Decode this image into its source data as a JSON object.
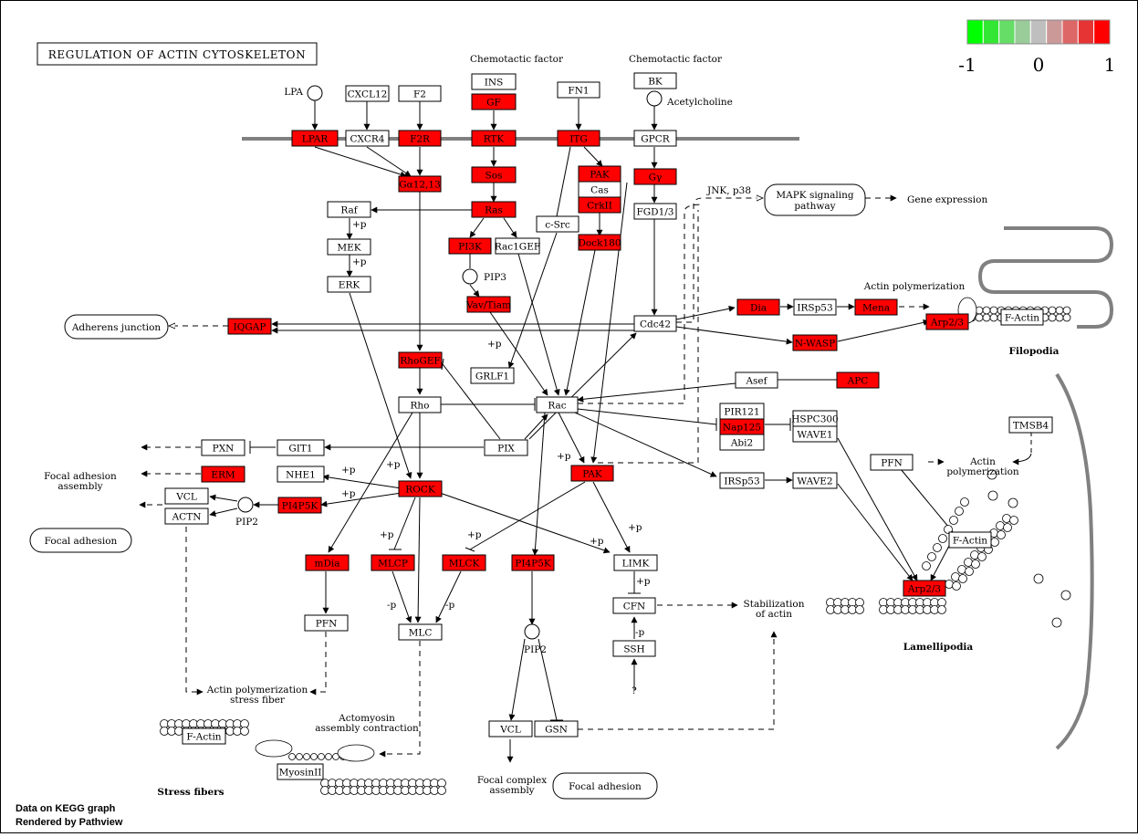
{
  "title": "REGULATION OF ACTIN CYTOSKELETON",
  "legend": {
    "min": "-1",
    "mid": "0",
    "max": "1",
    "colors": [
      "#00ff00",
      "#33e633",
      "#66dd66",
      "#99cc99",
      "#bfbfbf",
      "#cc9999",
      "#dd6666",
      "#e63333",
      "#ff0000"
    ]
  },
  "colors": {
    "up": "#ff0000",
    "none": "#ffffff",
    "stroke": "#000000",
    "membrane": "#808080"
  },
  "footer": {
    "line1": "Data on KEGG graph",
    "line2": "Rendered by Pathview"
  },
  "nodes": {
    "cxcl12": "CXCL12",
    "f2": "F2",
    "ins": "INS",
    "gf": "GF",
    "fn1": "FN1",
    "bk": "BK",
    "lpar": "LPAR",
    "cxcr4": "CXCR4",
    "f2r": "F2R",
    "rtk": "RTK",
    "itg": "ITG",
    "gpcr": "GPCR",
    "sos": "Sos",
    "pak_top": "PAK",
    "cas": "Cas",
    "crkii": "CrkII",
    "ggy": "Gγ",
    "ga1213": "Gα12,13",
    "raf": "Raf",
    "ras": "Ras",
    "csrc": "c-Src",
    "fgd13": "FGD1/3",
    "mek": "MEK",
    "pi3k": "PI3K",
    "rac1gef": "Rac1GEF",
    "dock180": "Dock180",
    "erk": "ERK",
    "vavtiam": "Vav/Tiam",
    "dia": "Dia",
    "irsp53_top": "IRSp53",
    "mena": "Mena",
    "arp23_top": "Arp2/3",
    "factin_top": "F-Actin",
    "iqgap": "IQGAP",
    "cdc42": "Cdc42",
    "nwasp": "N-WASP",
    "rhogef": "RhoGEF",
    "grlf1": "GRLF1",
    "asef": "Asef",
    "apc": "APC",
    "rho": "Rho",
    "rac": "Rac",
    "pir121": "PIR121",
    "nap125": "Nap125",
    "abi2": "Abi2",
    "hspc300": "HSPC300",
    "wave1": "WAVE1",
    "tmsb4": "TMSB4",
    "pxn": "PXN",
    "git1": "GIT1",
    "pix": "PIX",
    "erm": "ERM",
    "nhe1": "NHE1",
    "pak_mid": "PAK",
    "irsp53_mid": "IRSp53",
    "wave2": "WAVE2",
    "pfn_right": "PFN",
    "vcl_left": "VCL",
    "actn": "ACTN",
    "pi4p5k_left": "PI4P5K",
    "rock": "ROCK",
    "factin_right": "F-Actin",
    "arp23_right": "Arp2/3",
    "mdia": "mDia",
    "mlcp": "MLCP",
    "mlck": "MLCK",
    "pi4p5k_mid": "PI4P5K",
    "limk": "LIMK",
    "pfn_left": "PFN",
    "mlc": "MLC",
    "cfn": "CFN",
    "ssh": "SSH",
    "vcl_bottom": "VCL",
    "gsn": "GSN",
    "factin_bottom": "F-Actin",
    "myosin": "MyosinII"
  },
  "maps": {
    "mapk": "MAPK signaling pathway",
    "adherens": "Adherens junction",
    "focal_left": "Focal adhesion",
    "focal_bottom": "Focal adhesion"
  },
  "labels": {
    "chemo1": "Chemotactic factor",
    "chemo2": "Chemotactic factor",
    "lpa": "LPA",
    "acetylcholine": "Acetylcholine",
    "jnk": "JNK, p38",
    "gene_expr": "Gene expression",
    "actin_poly_top": "Actin polymerization",
    "filopodia": "Filopodia",
    "pip3": "PIP3",
    "actin_poly_right": "Actin polymerization",
    "focal_assembly": "Focal adhesion assembly",
    "pip2_left": "PIP2",
    "stabilization": "Stabilization of actin",
    "lamellipodia": "Lamellipodia",
    "actin_stress": "Actin polymerization stress fiber",
    "actomyosin": "Actomyosin assembly contraction",
    "pip2_mid": "PIP2",
    "focal_complex": "Focal complex assembly",
    "stress_fibers": "Stress fibers",
    "question": "?",
    "plus": "+p",
    "minus": "-p"
  }
}
